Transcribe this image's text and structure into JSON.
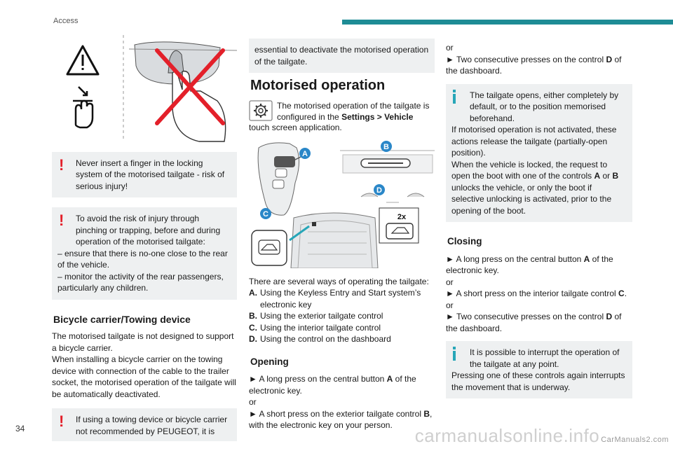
{
  "header": {
    "section": "Access"
  },
  "page_number": "34",
  "watermark": {
    "main": "carmanualsonline.info",
    "small": "CarManuals2.com"
  },
  "col1": {
    "warning1": "Never insert a finger in the locking system of the motorised tailgate - risk of serious injury!",
    "warning2_intro": "To avoid the risk of injury through pinching or trapping, before and during operation of the motorised tailgate:",
    "warning2_item1": "– ensure that there is no-one close to the rear of the vehicle.",
    "warning2_item2": "– monitor the activity of the rear passengers, particularly any children.",
    "heading_bicycle": "Bicycle carrier/Towing device",
    "bicycle_p1": "The motorised tailgate is not designed to support a bicycle carrier.",
    "bicycle_p2": "When installing a bicycle carrier on the towing device with connection of the cable to the trailer socket, the motorised operation of the tailgate will be automatically deactivated.",
    "warning3_start": "If using a towing device or bicycle carrier not recommended by PEUGEOT, it is"
  },
  "col2": {
    "warning3_end": "essential to deactivate the motorised operation of the tailgate.",
    "heading_motorised": "Motorised operation",
    "settings_p_a": "The motorised operation of the tailgate is configured in the ",
    "settings_bold": "Settings > Vehicle",
    "settings_p_b": "touch screen application.",
    "figure_labels": {
      "A": "A",
      "B": "B",
      "C": "C",
      "D": "D",
      "x2": "2x"
    },
    "ways_intro": "There are several ways of operating the tailgate:",
    "ways": [
      {
        "label": "A.",
        "text": "Using the Keyless Entry and Start system’s electronic key"
      },
      {
        "label": "B.",
        "text": "Using the exterior tailgate control"
      },
      {
        "label": "C.",
        "text": "Using the interior tailgate control"
      },
      {
        "label": "D.",
        "text": "Using the control on the dashboard"
      }
    ],
    "heading_opening": "Opening",
    "open1_a": "► A long press on the central button ",
    "open1_b": "A",
    "open1_c": " of the electronic key.",
    "or1": "or",
    "open2_a": "► A short press on the exterior tailgate control ",
    "open2_b": "B",
    "open2_c": ", with the electronic key on your person."
  },
  "col3": {
    "or0": "or",
    "open3_a": "► Two consecutive presses on the control ",
    "open3_b": "D",
    "open3_c": " of the dashboard.",
    "info1_p1": "The tailgate opens, either completely by default, or to the position memorised beforehand.",
    "info1_p2": "If motorised operation is not activated, these actions release the tailgate (partially-open position).",
    "info1_p3_a": "When the vehicle is locked, the request to open the boot with one of the controls ",
    "info1_p3_b": "A",
    "info1_p3_c": " or ",
    "info1_p3_d": "B",
    "info1_p3_e": " unlocks the vehicle, or only the boot if selective unlocking is activated, prior to the opening of the boot.",
    "heading_closing": "Closing",
    "close1_a": "► A long press on the central button ",
    "close1_b": "A",
    "close1_c": " of the electronic key.",
    "or1": "or",
    "close2_a": "► A short press on the interior tailgate control ",
    "close2_b": "C",
    "close2_c": ".",
    "or2": "or",
    "close3_a": "► Two consecutive presses on the control ",
    "close3_b": "D",
    "close3_c": " of the dashboard.",
    "info2_p1": "It is possible to interrupt the operation of the tailgate at any point.",
    "info2_p2": "Pressing one of these controls again interrupts the movement that is underway."
  },
  "colors": {
    "accent": "#1e8c95",
    "warning": "#e3202a",
    "info": "#27a6b8",
    "box": "#eef0f1",
    "badge": "#2a87c8"
  }
}
